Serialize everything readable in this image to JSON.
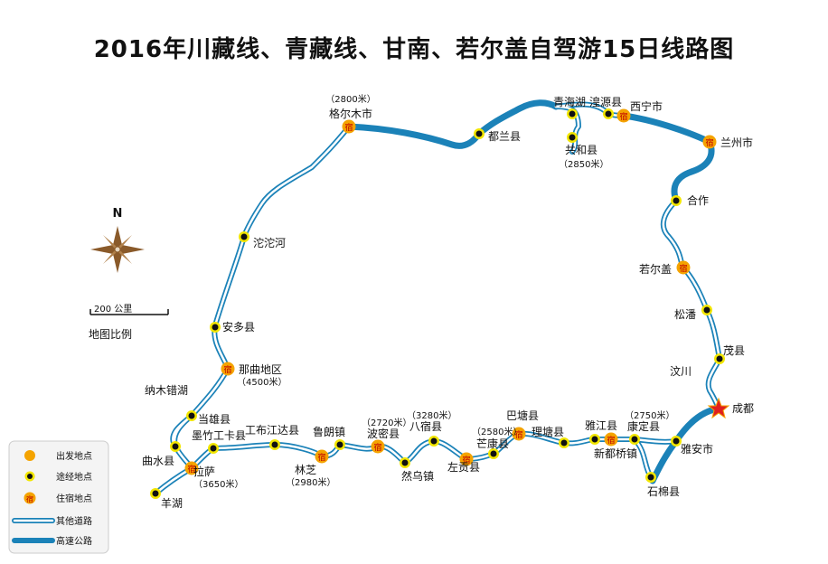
{
  "title": "2016年川藏线、青藏线、甘南、若尔盖自驾游15日线路图",
  "compass_label": "N",
  "scale": {
    "label": "200 公里",
    "caption": "地图比例"
  },
  "legend": {
    "start": "出发地点",
    "waypoint": "途经地点",
    "stay": "住宿地点",
    "other_road": "其他道路",
    "highway": "高速公路"
  },
  "stay_marker_text": "宿",
  "colors": {
    "highway": "#1b82b8",
    "road_outline": "#1b82b8",
    "road_fill": "#ffffff",
    "stay_fill": "#f4a300",
    "waypoint_dot": "#111111",
    "waypoint_ring": "#f2e600",
    "start_star": "#e02020"
  },
  "places": {
    "golmud": "格尔木市",
    "golmud_alt": "（2800米）",
    "dulan": "都兰县",
    "qinghai_lake": "青海湖",
    "huangyuan": "湟源县",
    "xining": "西宁市",
    "gonghe": "共和县",
    "gonghe_alt": "（2850米）",
    "lanzhou": "兰州市",
    "hezuo": "合作",
    "tuotuo": "沱沱河",
    "ruoergai": "若尔盖",
    "songpan": "松潘",
    "anduo": "安多县",
    "maoxian": "茂县",
    "naqu": "那曲地区",
    "naqu_alt": "（4500米）",
    "wenchuan": "汶川",
    "namco": "纳木错湖",
    "chengdu": "成都",
    "damxung": "当雄县",
    "basu": "巴塘县",
    "batang": "（3280米）",
    "basu_county": "八宿县",
    "litang": "理塘县",
    "yajiang": "雅江县",
    "kangding_alt": "（2750米）",
    "kangding": "康定县",
    "gongbu": "工布江达县",
    "lulang": "鲁朗镇",
    "bomi_alt": "（2720米）",
    "bomi": "波密县",
    "mangkang_alt": "（2580米）",
    "mangkang": "芒康县",
    "mozhu": "墨竹工卡县",
    "qushui": "曲水县",
    "lasa": "拉萨",
    "lasa_alt": "（3650米）",
    "linzhi": "林芝",
    "linzhi_alt": "（2980米）",
    "ranwu": "然乌镇",
    "zuogong": "左贡县",
    "xinduqiao": "新都桥镇",
    "yaan": "雅安市",
    "shimian": "石棉县",
    "yanghu": "羊湖"
  }
}
